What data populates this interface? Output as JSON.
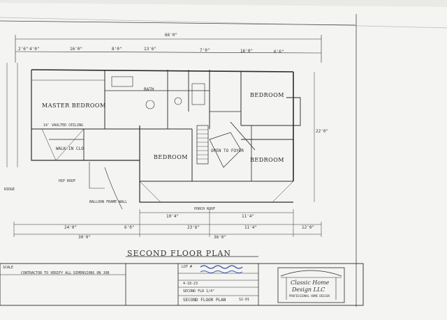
{
  "overall_dim": "66'0\"",
  "top_dims": [
    "2'6\"",
    "4'0\"",
    "16'0\"",
    "8'0\"",
    "13'6\"",
    "7'0\"",
    "16'0\"",
    "6'6\""
  ],
  "bottom_dims_row1": [
    "24'0\"",
    "6'0\"",
    "23'6\"",
    "11'4\"",
    "12'0\""
  ],
  "bottom_dims_row2": [
    "30'0\"",
    "36'0\""
  ],
  "inner_dims": [
    "10'4\"",
    "11'4\"",
    "22'0\""
  ],
  "rooms": {
    "master": "MASTER BEDROOM",
    "bedroom_center": "BEDROOM",
    "bedroom_upper_right": "BEDROOM",
    "bedroom_lower_right": "BEDROOM",
    "walk_in": "WALK-IN CLO",
    "bath": "BATH",
    "open_to_foyer": "OPEN TO FOYER"
  },
  "annotations": {
    "vaulted": "14' VAULTED CEILING",
    "hip_roof": "HIP ROOF",
    "balloon_frame": "BALLOON FRAME WALL",
    "ridge": "RIDGE",
    "porch_roof": "PORCH ROOF"
  },
  "drawing_title": "SECOND FLOOR PLAN",
  "notes": {
    "left": "CONTRACTOR TO VERIFY ALL DIMENSIONS ON JOB",
    "scale_label": "SCALE"
  },
  "title_block": {
    "lot_label": "LOT #",
    "date": "4-18-23",
    "file": "SECOND FLR 1/4\"",
    "sheet_name": "SECOND FLOOR PLAN",
    "sheet_no": "S2-01"
  },
  "company": {
    "name_line1": "Classic Home",
    "name_line2": "Design LLC",
    "tagline": "PROFESSIONAL HOME DESIGN"
  }
}
